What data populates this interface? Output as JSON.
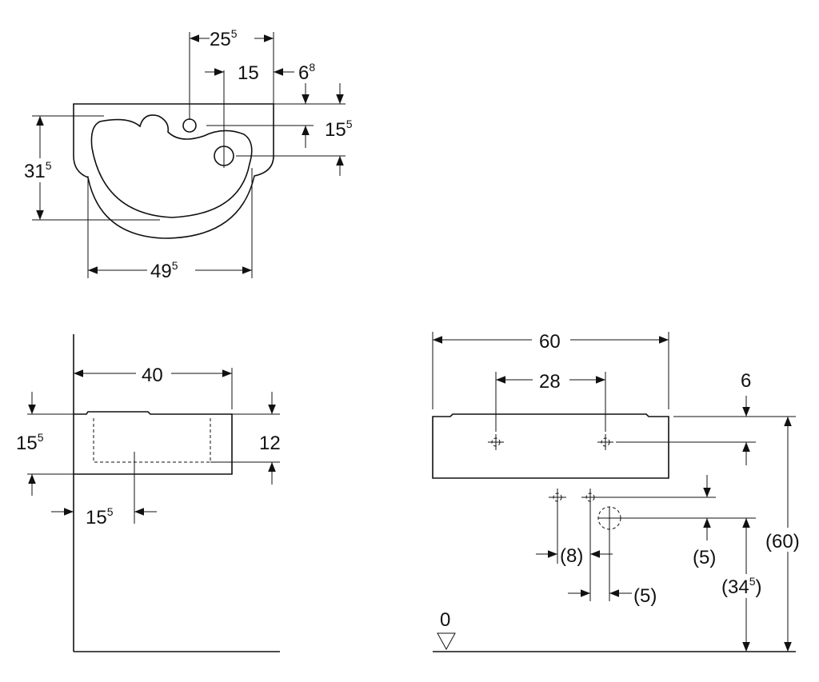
{
  "top_view": {
    "width_between_holes_to_edge": {
      "main": "25",
      "sup": "5"
    },
    "hole_spacing": {
      "main": "15",
      "sup": ""
    },
    "edge_offset": {
      "main": "6",
      "sup": "8"
    },
    "hole_depth": {
      "main": "15",
      "sup": "5"
    },
    "depth": {
      "main": "31",
      "sup": "5"
    },
    "width": {
      "main": "49",
      "sup": "5"
    }
  },
  "side_view": {
    "depth": {
      "main": "40",
      "sup": ""
    },
    "height": {
      "main": "15",
      "sup": "5"
    },
    "bowl_height": {
      "main": "12",
      "sup": ""
    },
    "drain_offset": {
      "main": "15",
      "sup": "5"
    }
  },
  "front_view": {
    "width": {
      "main": "60",
      "sup": ""
    },
    "fixing_spacing": {
      "main": "28",
      "sup": ""
    },
    "fixing_depth": {
      "main": "6",
      "sup": ""
    },
    "supply_spacing": "(8)",
    "drain_offset_h": "(5)",
    "drain_offset_v": "(5)",
    "drain_height": {
      "main": "(34",
      "sup": "5",
      "end": ")"
    },
    "total_height": "(60)",
    "floor_label": "0"
  }
}
